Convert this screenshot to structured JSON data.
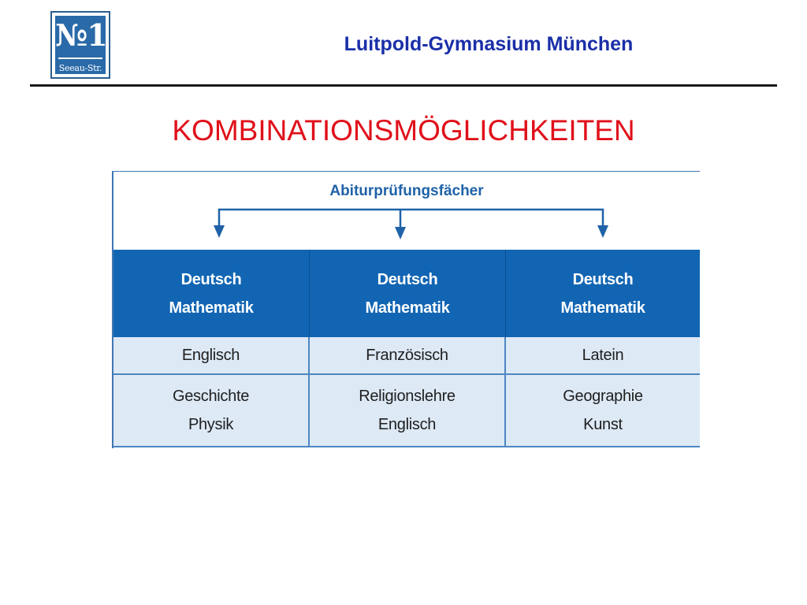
{
  "header": {
    "logo": {
      "number": "№1",
      "street": "Seeau-Str."
    },
    "school_name": "Luitpold-Gymnasium München"
  },
  "slide_title": "KOMBINATIONSMÖGLICHKEITEN",
  "figure": {
    "caption": "Abiturprüfungsfächer",
    "columns": [
      {
        "core": [
          "Deutsch",
          "Mathematik"
        ],
        "third": "Englisch",
        "further": [
          "Geschichte",
          "Physik"
        ]
      },
      {
        "core": [
          "Deutsch",
          "Mathematik"
        ],
        "third": "Französisch",
        "further": [
          "Religionslehre",
          "Englisch"
        ]
      },
      {
        "core": [
          "Deutsch",
          "Mathematik"
        ],
        "third": "Latein",
        "further": [
          "Geographie",
          "Kunst"
        ]
      }
    ],
    "colors": {
      "header_blue": "#1265b3",
      "row_light": "#dde9f5",
      "accent": "#1f62a8"
    }
  }
}
